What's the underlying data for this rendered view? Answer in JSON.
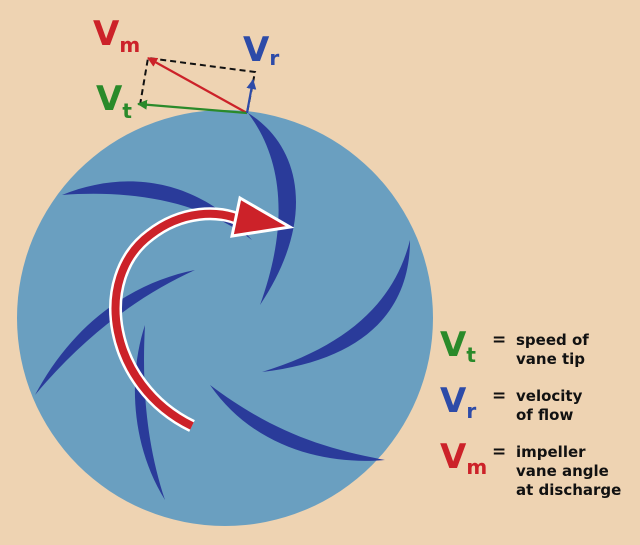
{
  "colors": {
    "background": "#eed3b2",
    "impeller": "#6a9fc0",
    "vane": "#2a3b9a",
    "red": "#cc2229",
    "green": "#2a8a2a",
    "blue": "#2d4ba8"
  },
  "vectors": {
    "vm": {
      "letter": "V",
      "sub": "m"
    },
    "vt": {
      "letter": "V",
      "sub": "t"
    },
    "vr": {
      "letter": "V",
      "sub": "r"
    }
  },
  "legend": [
    {
      "letter": "V",
      "sub": "t",
      "eq": "=",
      "line1": "speed of",
      "line2": "vane tip",
      "line3": "",
      "color": "#2a8a2a"
    },
    {
      "letter": "V",
      "sub": "r",
      "eq": "=",
      "line1": "velocity",
      "line2": "of flow",
      "line3": "",
      "color": "#2d4ba8"
    },
    {
      "letter": "V",
      "sub": "m",
      "eq": "=",
      "line1": "impeller",
      "line2": "vane angle",
      "line3": "at discharge",
      "color": "#cc2229"
    }
  ]
}
